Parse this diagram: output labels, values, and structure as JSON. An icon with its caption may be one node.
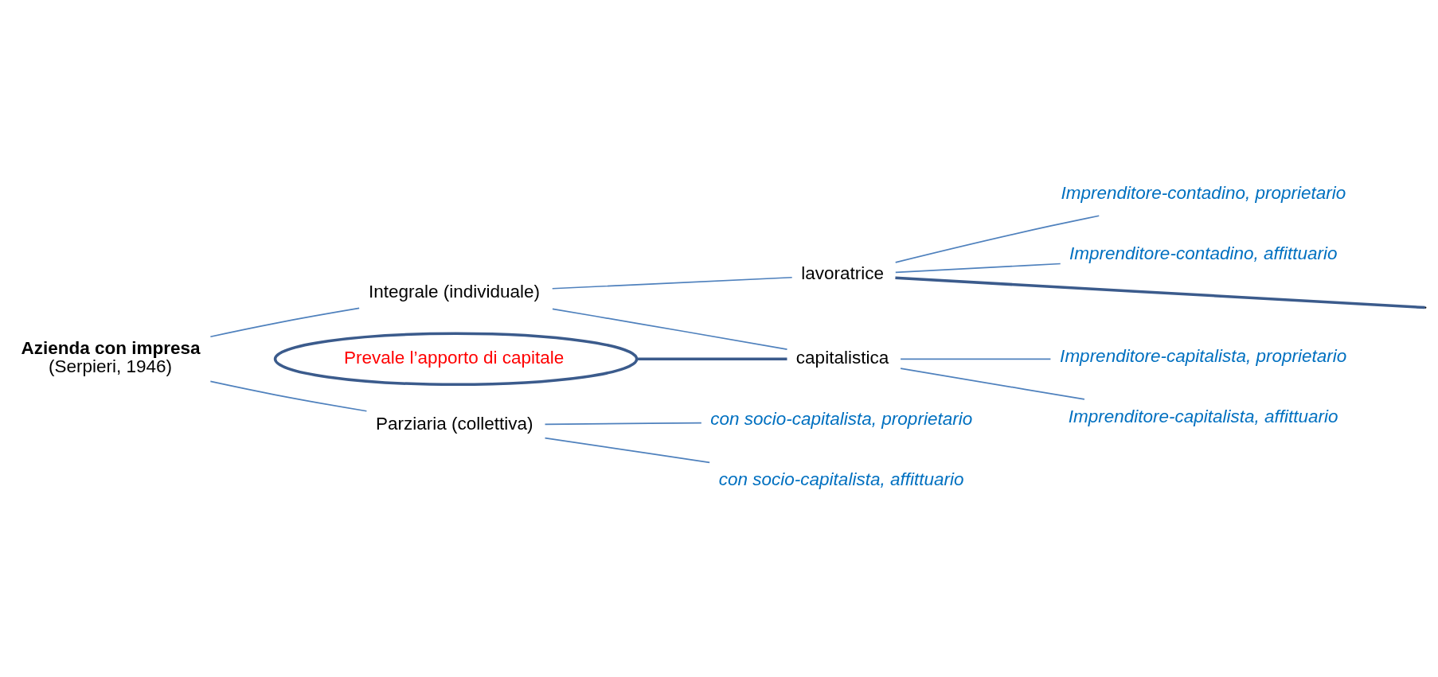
{
  "diagram": {
    "nodes": [
      {
        "text": [
          "Azienda con impresa",
          "(Serpieri, 1946)"
        ]
      },
      {
        "text": [
          "Integrale (individuale)"
        ]
      },
      {
        "text": [
          "lavoratrice"
        ]
      },
      {
        "text": [
          "Imprenditore-contadino, proprietario"
        ]
      },
      {
        "text": [
          "Imprenditore-contadino, affittuario"
        ]
      },
      {
        "text": [
          "capitalistica"
        ]
      },
      {
        "text": [
          "Imprenditore-capitalista, proprietario"
        ]
      },
      {
        "text": [
          "Imprenditore-capitalista, affittuario"
        ]
      },
      {
        "text": [
          "Parziaria (collettiva)"
        ]
      },
      {
        "text": [
          "con socio-capitalista, proprietario"
        ]
      },
      {
        "text": [
          "con socio-capitalista, affittuario"
        ]
      },
      {
        "text": [
          "Prevale l’apporto di capitale"
        ]
      }
    ],
    "edges": [
      {
        "from": 0,
        "to": 1,
        "arrow": "none"
      },
      {
        "from": 0,
        "to": 8,
        "arrow": "none"
      },
      {
        "from": 1,
        "to": 2,
        "arrow": "none"
      },
      {
        "from": 1,
        "to": 5,
        "arrow": "none"
      },
      {
        "from": 2,
        "to": 3,
        "arrow": "none"
      },
      {
        "from": 2,
        "to": 4,
        "arrow": "none"
      },
      {
        "from": 5,
        "to": 6,
        "arrow": "none"
      },
      {
        "from": 5,
        "to": 7,
        "arrow": "none"
      },
      {
        "from": 8,
        "to": 9,
        "arrow": "none"
      },
      {
        "from": 8,
        "to": 10,
        "arrow": "none"
      },
      {
        "from": 11,
        "to": 5,
        "arrow": "none",
        "color": "#3b5b8c"
      },
      {
        "from": null,
        "to": 2,
        "arrow": "none",
        "color": "#3b5b8c"
      }
    ]
  }
}
